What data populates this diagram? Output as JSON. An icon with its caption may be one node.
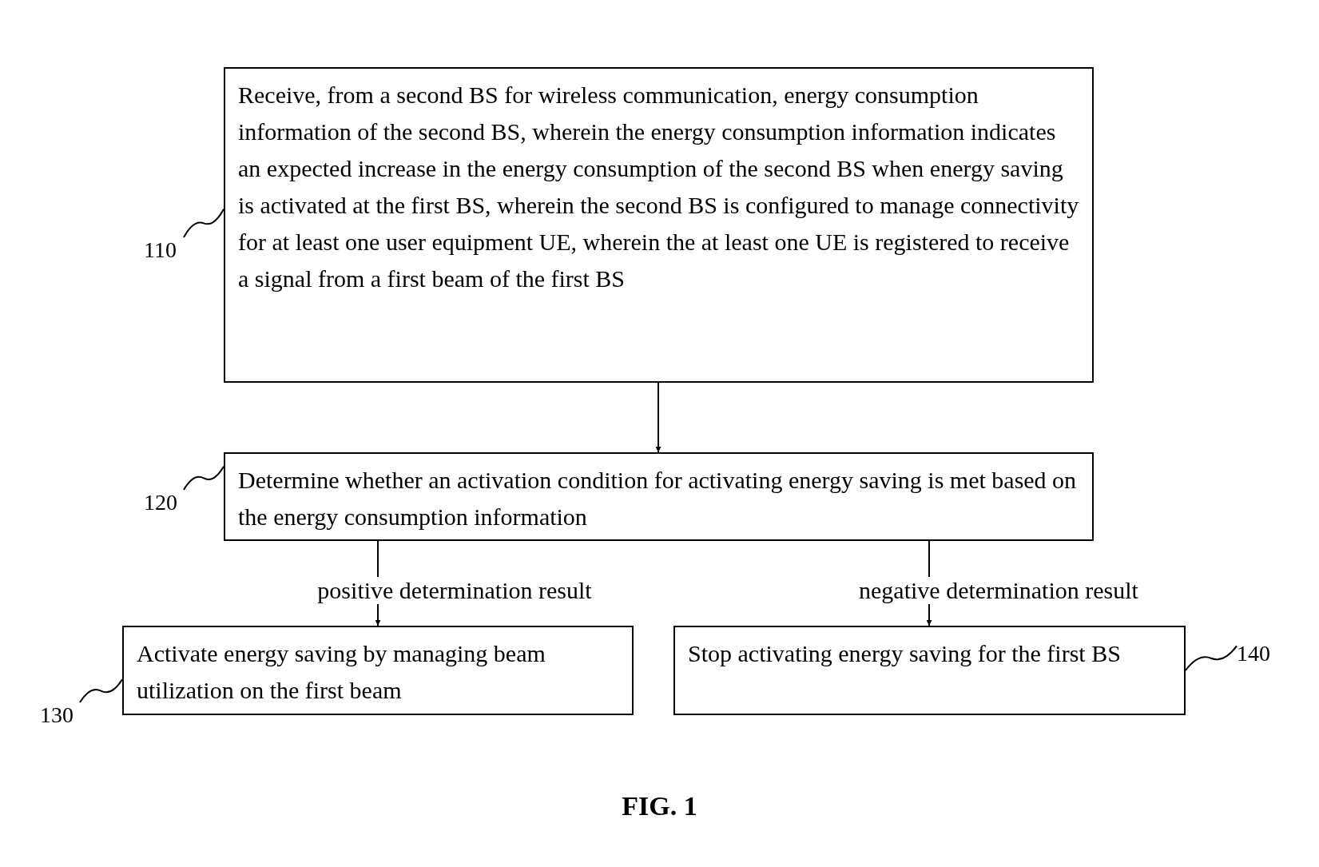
{
  "diagram": {
    "caption": "FIG. 1",
    "nodes": [
      {
        "text": [
          "Receive, from a second BS for wireless communication, energy consumption information of the second BS, wherein the energy consumption information indicates an expected increase in the energy consumption of the second BS when energy saving is activated at the first BS, wherein the second BS is configured to manage connectivity for at least one user equipment UE, wherein the at least one UE is registered to receive a signal from a first beam of the first BS"
        ]
      },
      {
        "text": [
          "Determine whether an activation condition for activating energy saving is met based on the energy consumption information"
        ]
      },
      {
        "text": [
          "Activate energy saving by managing beam utilization on the first beam"
        ]
      },
      {
        "text": [
          "Stop activating energy saving for the first BS"
        ]
      },
      {
        "text": [
          "110"
        ]
      },
      {
        "text": [
          "120"
        ]
      },
      {
        "text": [
          "130"
        ]
      },
      {
        "text": [
          "140"
        ]
      }
    ],
    "edges": [
      {
        "from": 0,
        "to": 1,
        "arrow": "to"
      },
      {
        "from": 1,
        "to": 2,
        "arrow": "to",
        "label": "positive determination result"
      },
      {
        "from": 1,
        "to": 3,
        "arrow": "to",
        "label": "negative determination result"
      },
      {
        "from": 4,
        "to": 0,
        "arrow": "none"
      },
      {
        "from": 5,
        "to": 1,
        "arrow": "none"
      },
      {
        "from": 6,
        "to": 2,
        "arrow": "none"
      },
      {
        "from": 7,
        "to": 3,
        "arrow": "none"
      }
    ]
  }
}
